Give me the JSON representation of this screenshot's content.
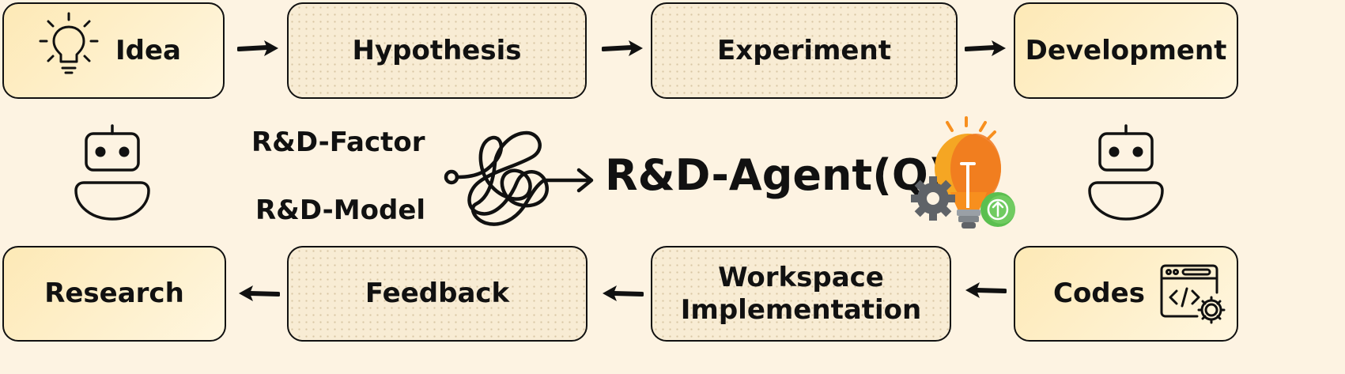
{
  "stages": {
    "idea": "Idea",
    "hypothesis": "Hypothesis",
    "experiment": "Experiment",
    "development": "Development",
    "research": "Research",
    "feedback": "Feedback",
    "workspace_line1": "Workspace",
    "workspace_line2": "Implementation",
    "codes": "Codes"
  },
  "center": {
    "factor": "R&D-Factor",
    "model": "R&D-Model",
    "title": "R&D-Agent(Q)"
  },
  "colors": {
    "background": "#fdf3e2",
    "box_fill": "#fde9b6",
    "stroke": "#111111",
    "bulb_orange": "#f78f1e",
    "gear_gray": "#5f6368",
    "badge_green": "#5bbf4f"
  },
  "icons": [
    "lightbulb-icon",
    "robot-icon",
    "tangle-icon",
    "bulb-gear-icon",
    "code-window-icon",
    "arrow-icon"
  ]
}
